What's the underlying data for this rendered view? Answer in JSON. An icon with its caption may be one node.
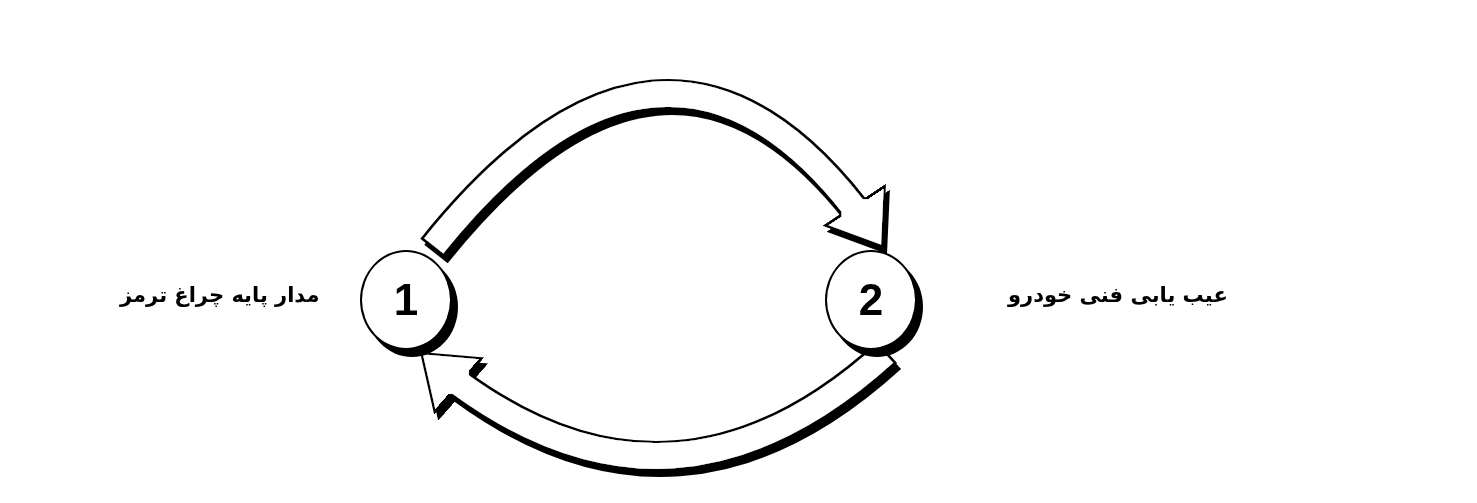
{
  "diagram": {
    "nodes": [
      {
        "text": [
          "1"
        ]
      },
      {
        "text": [
          "2"
        ]
      }
    ],
    "edges": [
      {
        "from": 0,
        "to": 1,
        "arrow": "to"
      },
      {
        "from": 1,
        "to": 0,
        "arrow": "to"
      }
    ],
    "labels": [
      "مدار پایه چراغ ترمز",
      "عیب یابی فنی خودرو"
    ]
  }
}
